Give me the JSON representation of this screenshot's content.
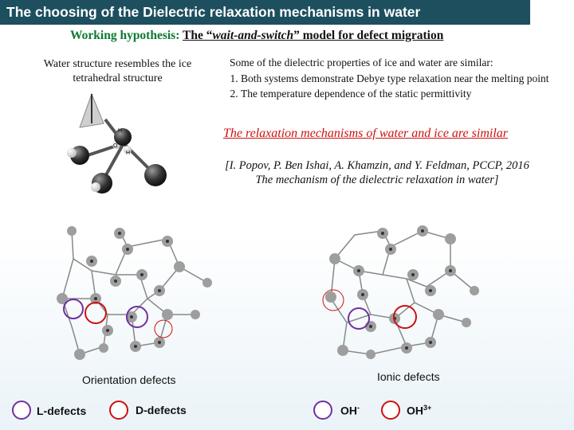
{
  "title": "The choosing of the Dielectric relaxation mechanisms in water",
  "hypothesis": {
    "label": "Working hypothesis:",
    "model_pre": "The “",
    "model_name": "wait-and-switch",
    "model_post": "” model for defect migration"
  },
  "water_structure_text": "Water structure resembles the ice tetrahedral structure",
  "properties": {
    "heading": "Some of the dielectric properties of ice and water are similar:",
    "items": [
      "Both systems demonstrate Debye type relaxation near the melting point",
      "The temperature dependence of the static permittivity"
    ]
  },
  "conclusion": "The relaxation mechanisms of water and ice are similar",
  "reference": {
    "line1": "[I. Popov, P. Ben Ishai, A. Khamzin, and Y. Feldman, PCCP, 2016",
    "line2": "The mechanism of the dielectric relaxation in water]"
  },
  "molecule_labels": {
    "o": "O",
    "h": "H"
  },
  "diagrams": {
    "left_caption": "Orientation defects",
    "right_caption": "Ionic defects"
  },
  "legend": {
    "l_defects": "L-defects",
    "d_defects": "D-defects",
    "oh_minus_base": "OH",
    "oh_minus_sup": "-",
    "oh3_plus_base": "OH",
    "oh3_plus_sup": "3+"
  },
  "colors": {
    "title_bg": "#1d4f5f",
    "hypothesis": "#0a7a30",
    "conclusion": "#cc1111",
    "l_defect": "#7030a0",
    "d_defect": "#cc1111"
  }
}
